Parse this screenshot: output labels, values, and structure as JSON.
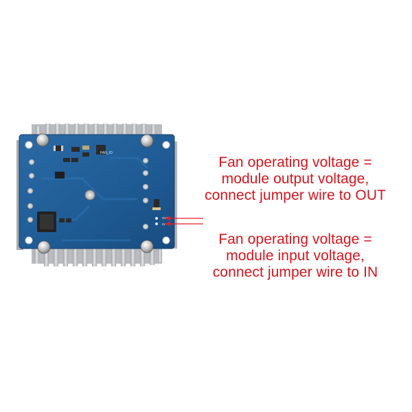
{
  "captions": {
    "out": {
      "line1": "Fan operating voltage =",
      "line2": "module output voltage,",
      "line3": "connect jumper wire to OUT"
    },
    "in": {
      "line1": "Fan operating voltage =",
      "line2": "module input voltage,",
      "line3": "connect jumper wire to IN"
    }
  },
  "board_silkscreen": {
    "fan_label": "FAN_IO",
    "out_label": "OUT",
    "in_label": "IN"
  },
  "colors": {
    "caption_text": "#d8141c",
    "arrow": "#e31e24",
    "pcb": "#1e5b93",
    "heatsink": "#c9cacc"
  }
}
